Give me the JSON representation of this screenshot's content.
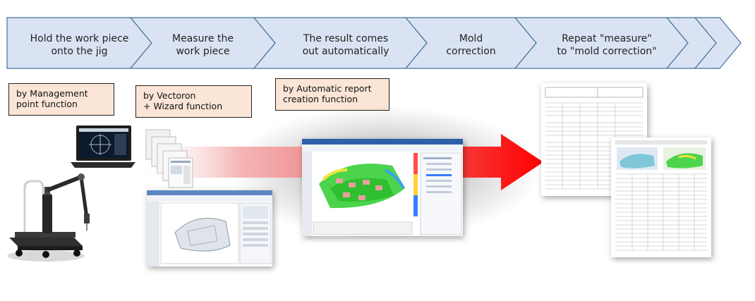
{
  "steps": [
    {
      "label": "Hold the work piece\nonto the jig"
    },
    {
      "label": "Measure the\nwork piece"
    },
    {
      "label": "The result comes\nout automatically"
    },
    {
      "label": "Mold\ncorrection"
    },
    {
      "label": "Repeat \"measure\"\nto \"mold correction\""
    }
  ],
  "notes": [
    {
      "text": "by Management\npoint function"
    },
    {
      "text": "by Vectoron\n+ Wizard function"
    },
    {
      "text": "by Automatic report\ncreation function"
    }
  ],
  "colors": {
    "chevron_fill": "#dae3f3",
    "chevron_stroke": "#41719c",
    "note_fill": "#fbe5d6",
    "arrow_red": "#ff0000",
    "arrow_pink": "#f4b6b6"
  },
  "illustrations": {
    "arm": "portable-measuring-arm-icon",
    "laptop": "laptop-icon",
    "wizard_pages": "wizard-pages-icon",
    "cad_software": "cad-software-screenshot",
    "analysis_software": "color-map-analysis-screenshot",
    "report_pages": "inspection-report-pages-icon"
  }
}
